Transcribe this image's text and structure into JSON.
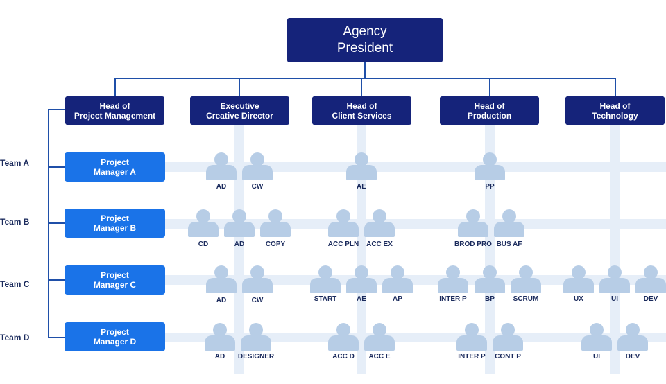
{
  "president": {
    "line1": "Agency",
    "line2": "President"
  },
  "heads": [
    {
      "line1": "Head of",
      "line2": "Project Management"
    },
    {
      "line1": "Executive",
      "line2": "Creative Director"
    },
    {
      "line1": "Head of",
      "line2": "Client Services"
    },
    {
      "line1": "Head of",
      "line2": "Production"
    },
    {
      "line1": "Head of",
      "line2": "Technology"
    }
  ],
  "teams": [
    {
      "name": "Team A",
      "pm_line1": "Project",
      "pm_line2": "Manager A"
    },
    {
      "name": "Team B",
      "pm_line1": "Project",
      "pm_line2": "Manager B"
    },
    {
      "name": "Team C",
      "pm_line1": "Project",
      "pm_line2": "Manager C"
    },
    {
      "name": "Team D",
      "pm_line1": "Project",
      "pm_line2": "Manager D"
    }
  ],
  "positions": {
    "team_a": [
      "AD",
      "CW",
      "AE",
      "PP"
    ],
    "team_b": [
      "CD",
      "AD",
      "COPY",
      "ACC PLN",
      "ACC EX",
      "BROD PRO",
      "BUS AF"
    ],
    "team_c": [
      "AD",
      "CW",
      "START",
      "AE",
      "AP",
      "INTER P",
      "BP",
      "SCRUM",
      "UX",
      "UI",
      "DEV"
    ],
    "team_d": [
      "AD",
      "DESIGNER",
      "ACC D",
      "ACC E",
      "INTER P",
      "CONT P",
      "UI",
      "DEV"
    ]
  },
  "colors": {
    "president": "#15237a",
    "head": "#15237a",
    "manager": "#1a73e8",
    "person": "#b7cde6",
    "band": "#e6eef8",
    "connector": "#1f4fa8"
  },
  "icons": {
    "person": "person-icon"
  }
}
